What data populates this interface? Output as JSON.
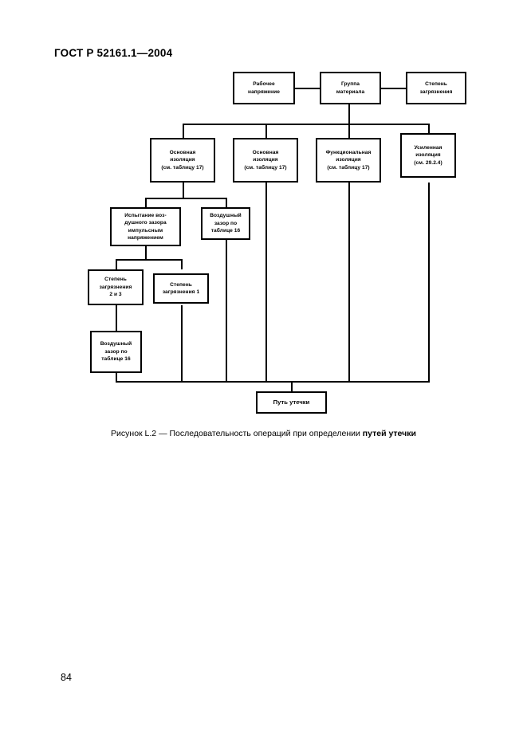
{
  "document": {
    "header": "ГОСТ Р 52161.1—2004",
    "page_number": "84"
  },
  "figure": {
    "caption_prefix": "Рисунок L.2 — Последовательность операций при определении ",
    "caption_emphasis": "путей утечки",
    "nodes": {
      "working_voltage": {
        "line1": "Рабочее",
        "line2": "напряжение"
      },
      "material_group": {
        "line1": "Группа",
        "line2": "материала"
      },
      "pollution_degree": {
        "line1": "Степень",
        "line2": "загрязнения"
      },
      "basic_insulation_1": {
        "line1": "Основная",
        "line2": "изоляция",
        "line3": "(см. таблицу 17)"
      },
      "basic_insulation_2": {
        "line1": "Основная",
        "line2": "изоляция",
        "line3": "(см. таблицу 17)"
      },
      "functional_insulation": {
        "line1": "Функциональная",
        "line2": "изоляция",
        "line3": "(см. таблицу 17)"
      },
      "reinforced_insulation": {
        "line1": "Усиленная",
        "line2": "изоляция",
        "line3": "(см. 29.2.4)"
      },
      "impulse_test": {
        "line1": "Испытание воз-",
        "line2": "душного зазора",
        "line3": "импульсным",
        "line4": "напряжением"
      },
      "air_gap_table16_upper": {
        "line1": "Воздушный",
        "line2": "зазор по",
        "line3": "таблице 16"
      },
      "pollution_degree_2_3": {
        "line1": "Степень",
        "line2": "загрязнения",
        "line3": "2 и 3"
      },
      "pollution_degree_1": {
        "line1": "Степень",
        "line2": "загрязнения 1"
      },
      "air_gap_table16_lower": {
        "line1": "Воздушный",
        "line2": "зазор по",
        "line3": "таблице 16"
      },
      "creepage_path": {
        "line1": "Путь утечки"
      }
    }
  },
  "colors": {
    "page_background": "#ffffff",
    "ink": "#000000",
    "node_border": "#000000"
  }
}
